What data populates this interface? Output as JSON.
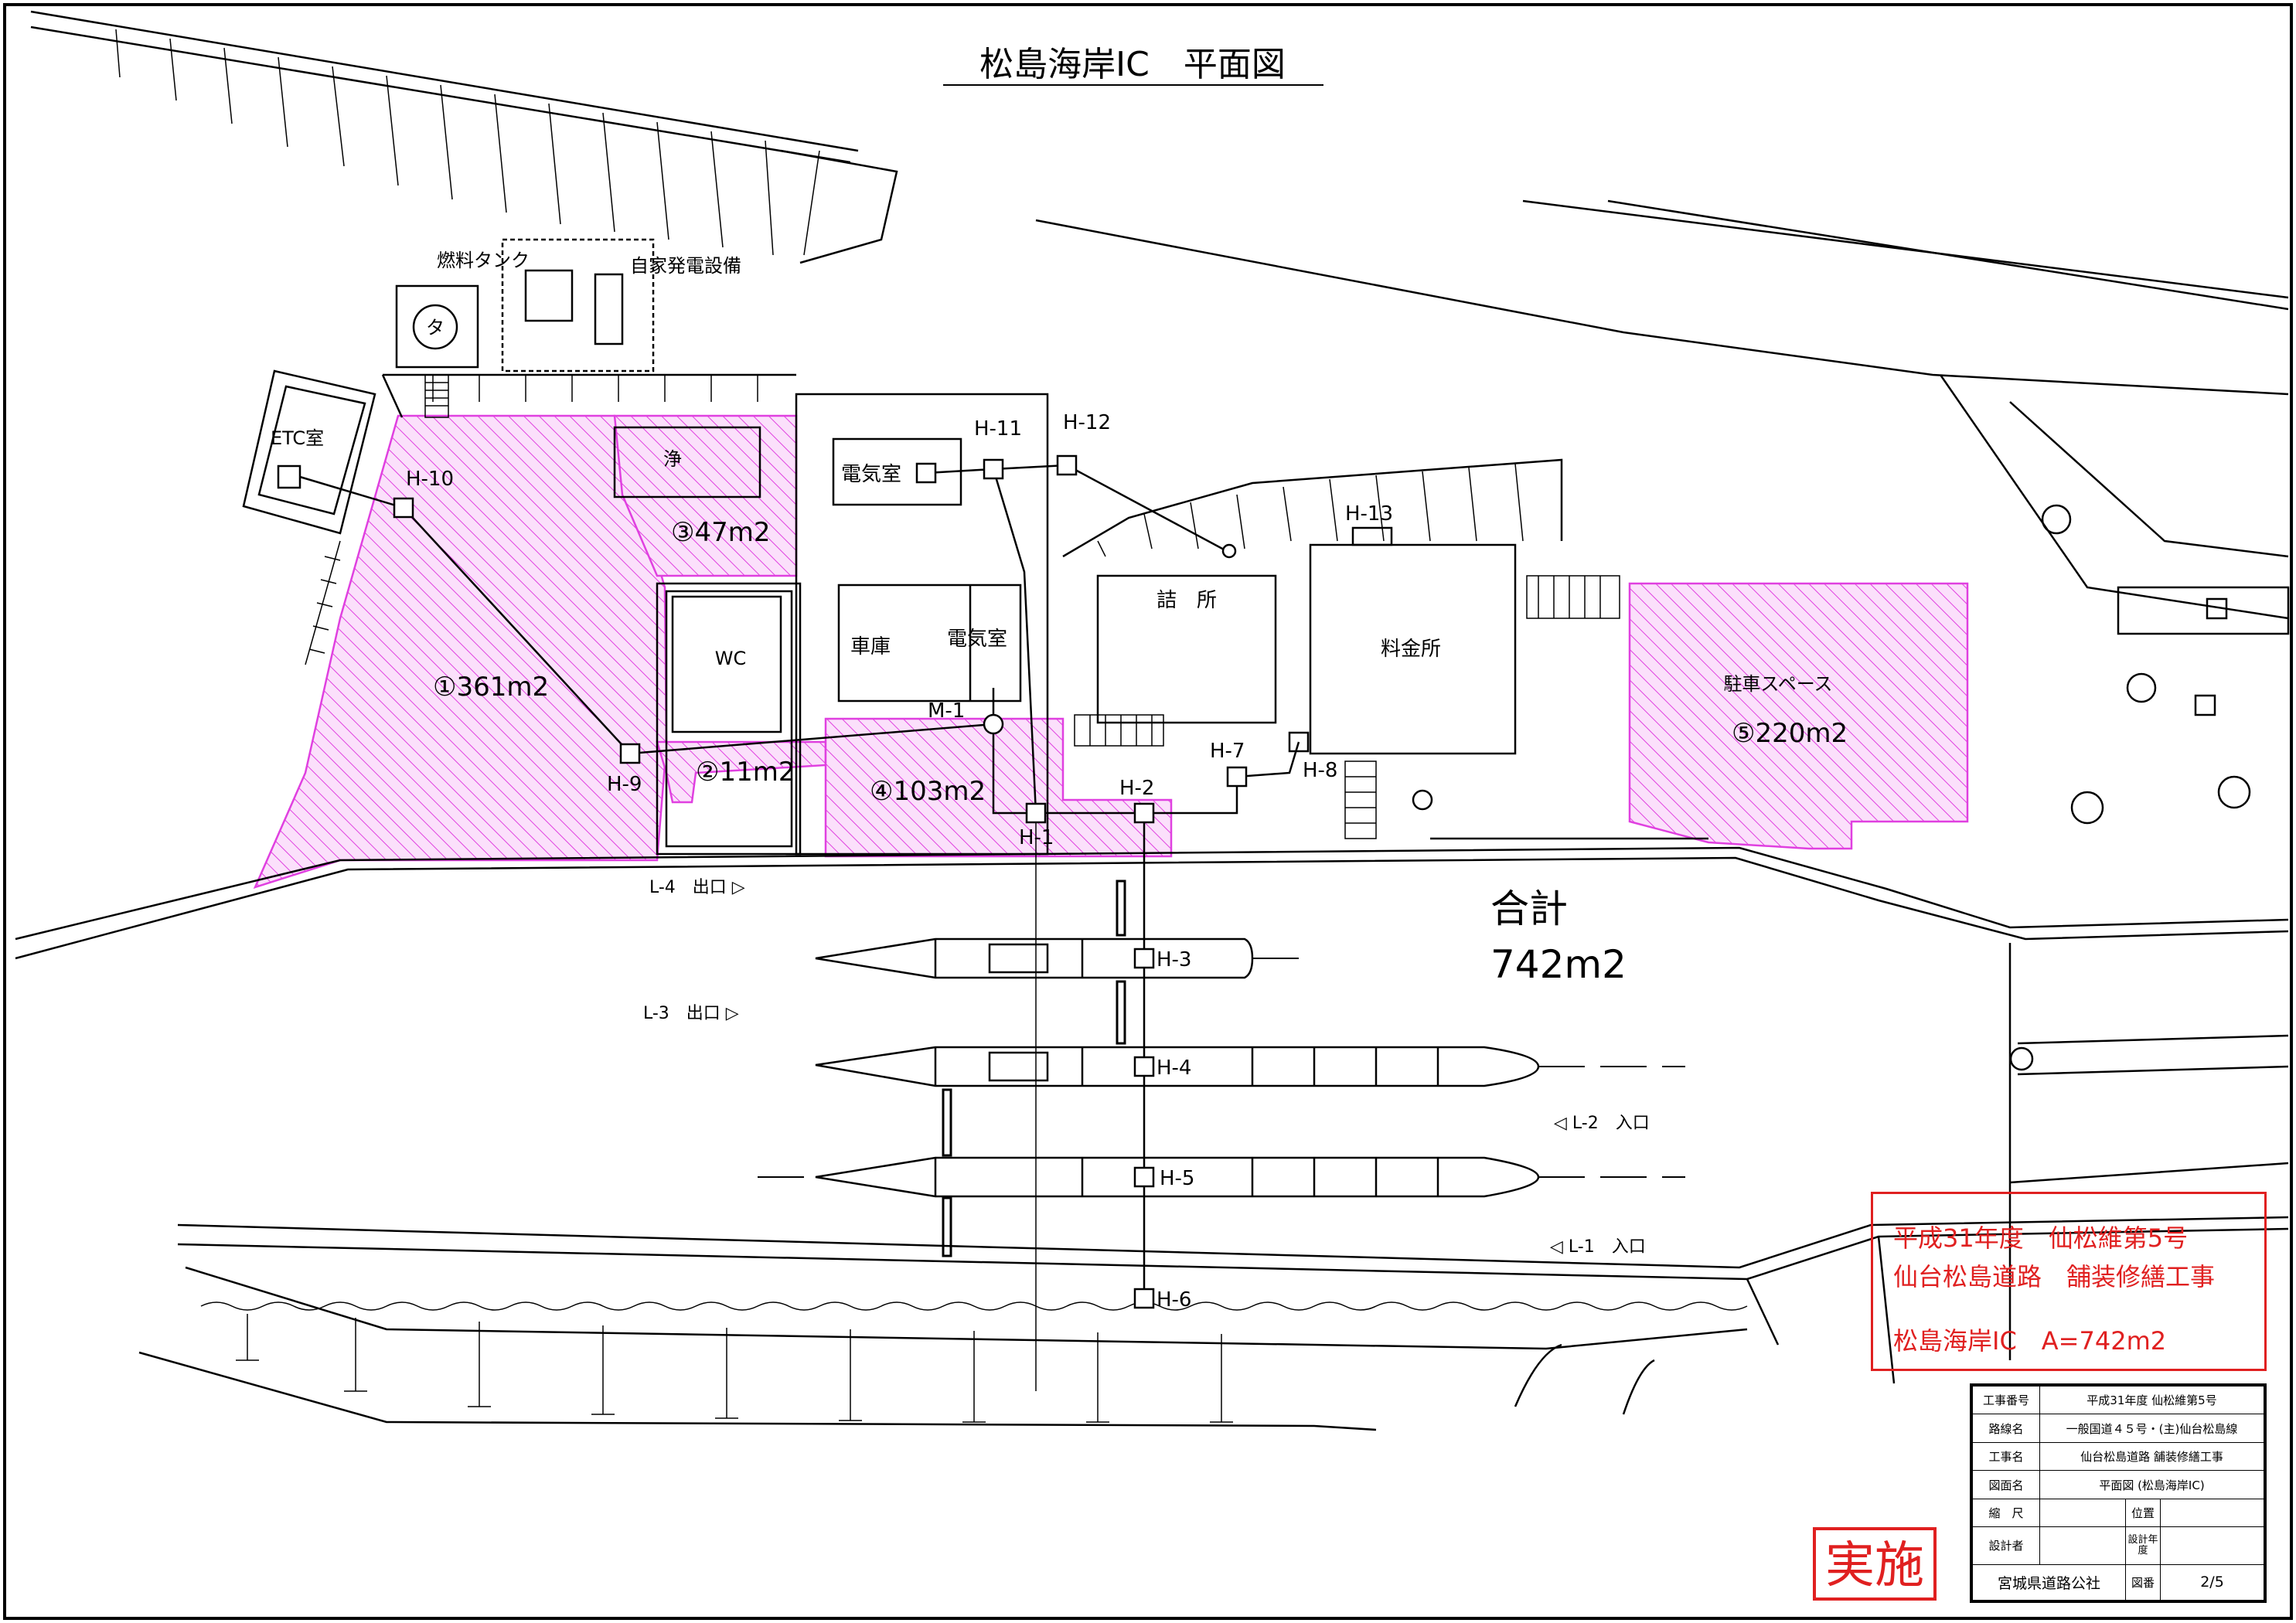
{
  "title": "松島海岸IC　平面図",
  "rooms": {
    "fuel_tank": "燃料タンク",
    "generator": "自家発電設備",
    "tank_symbol": "タ",
    "etc_room": "ETC室",
    "septic": "浄",
    "electric_room_upper": "電気室",
    "garage": "車庫",
    "electric_room_lower": "電気室",
    "wc": "WC",
    "guard_post": "詰　所",
    "toll_booth": "料金所",
    "parking": "駐車スペース"
  },
  "areas": [
    {
      "id": "area-1",
      "label": "①361m2"
    },
    {
      "id": "area-2",
      "label": "②11m2"
    },
    {
      "id": "area-3",
      "label": "③47m2"
    },
    {
      "id": "area-4",
      "label": "④103m2"
    },
    {
      "id": "area-5",
      "label": "⑤220m2"
    }
  ],
  "total": {
    "label": "合計",
    "value": "742m2"
  },
  "nodes": [
    "H-1",
    "H-2",
    "H-3",
    "H-4",
    "H-5",
    "H-6",
    "H-7",
    "H-8",
    "H-9",
    "H-10",
    "H-11",
    "H-12",
    "H-13",
    "M-1"
  ],
  "lanes": {
    "l4": "L-4　出口 ▷",
    "l3": "L-3　出口 ▷",
    "l2": "◁ L-2　入口",
    "l1": "◁ L-1　入口"
  },
  "project_box": {
    "line1": "平成31年度　仙松維第5号",
    "line2": "仙台松島道路　舗装修繕工事",
    "line3": "松島海岸IC　A=742m2"
  },
  "stamp": "実施",
  "title_block": {
    "rows": [
      {
        "label": "工事番号",
        "value": "平成31年度 仙松維第5号"
      },
      {
        "label": "路線名",
        "value": "一般国道４５号・(主)仙台松島線"
      },
      {
        "label": "工事名",
        "value": "仙台松島道路 舗装修繕工事"
      },
      {
        "label": "図面名",
        "value": "平面図 (松島海岸IC)"
      }
    ],
    "scale_label": "縮　尺",
    "position_label": "位置",
    "designer_label": "設計者",
    "design_year_label": "設計年度",
    "company": "宮城県道路公社",
    "sheet_label": "図番",
    "sheet_no": "2/5"
  },
  "colors": {
    "hatch": "#e040e0",
    "red": "#e02020",
    "line": "#000000"
  }
}
